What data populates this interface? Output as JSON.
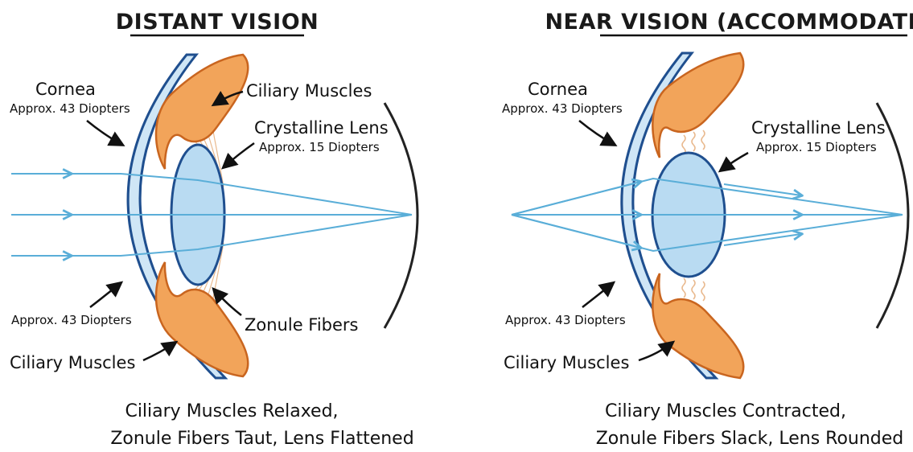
{
  "left": {
    "title": "DISTANT VISION",
    "cornea_label": "Cornea",
    "cornea_power": "Approx. 43 Diopters",
    "ciliary_top_label": "Ciliary Muscles",
    "lens_label": "Crystalline Lens",
    "lens_power": "Approx. 15 Diopters",
    "lower_power": "Approx. 43 Diopters",
    "zonule_label": "Zonule Fibers",
    "ciliary_bottom_label": "Ciliary Muscles",
    "caption_line1": "Ciliary Muscles Relaxed,",
    "caption_line2": "Zonule Fibers Taut, Lens Flattened"
  },
  "right": {
    "title": "NEAR VISION (ACCOMMODATION)",
    "cornea_label": "Cornea",
    "cornea_power": "Approx. 43 Diopters",
    "lens_label": "Crystalline Lens",
    "lens_power": "Approx. 15 Diopters",
    "lower_power": "Approx. 43 Diopters",
    "ciliary_bottom_label": "Ciliary Muscles",
    "caption_line1": "Ciliary Muscles Contracted,",
    "caption_line2": "Zonule Fibers Slack, Lens Rounded"
  },
  "colors": {
    "ray": "#5aaed8",
    "outline": "#1f4f8f",
    "cornea_fill": "#cfe6f6",
    "lens_fill": "#b9dbf2",
    "muscle_fill": "#f2a45a",
    "muscle_stroke": "#c9651f",
    "retina": "#222222"
  }
}
